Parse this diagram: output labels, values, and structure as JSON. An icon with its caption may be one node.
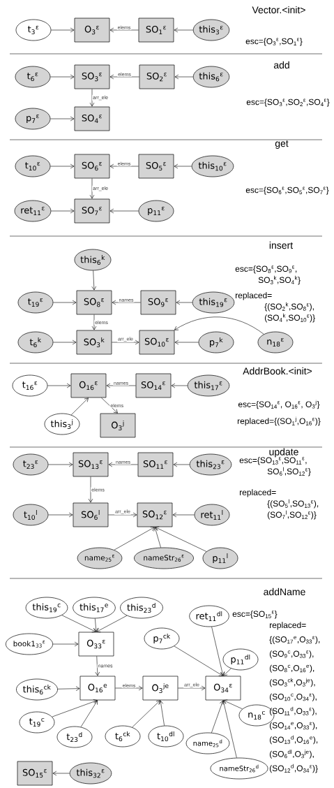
{
  "diagram": {
    "nodes": [
      {
        "text": [
          "t$_{3}$$^{ε}$"
        ]
      },
      {
        "text": [
          "O$_{3}$$^{ε}$"
        ]
      },
      {
        "text": [
          "SO$_{1}$$^{ε}$"
        ]
      },
      {
        "text": [
          "this$_{3}$$^{ε}$"
        ]
      },
      {
        "text": [
          "t$_{6}$$^{ε}$"
        ]
      },
      {
        "text": [
          "SO$_{3}$$^{ε}$"
        ]
      },
      {
        "text": [
          "SO$_{2}$$^{ε}$"
        ]
      },
      {
        "text": [
          "this$_{6}$$^{ε}$"
        ]
      },
      {
        "text": [
          "p$_{7}$$^{ε}$"
        ]
      },
      {
        "text": [
          "SO$_{4}$$^{ε}$"
        ]
      },
      {
        "text": [
          "t$_{10}$$^{ε}$"
        ]
      },
      {
        "text": [
          "SO$_{6}$$^{ε}$"
        ]
      },
      {
        "text": [
          "SO$_{5}$$^{ε}$"
        ]
      },
      {
        "text": [
          "this$_{10}$$^{ε}$"
        ]
      },
      {
        "text": [
          "ret$_{11}$$^{ε}$"
        ]
      },
      {
        "text": [
          "SO$_{7}$$^{ε}$"
        ]
      },
      {
        "text": [
          "p$_{11}$$^{ε}$"
        ]
      },
      {
        "text": [
          "this$_{6}$$^{k}$"
        ]
      },
      {
        "text": [
          "t$_{19}$$^{ε}$"
        ]
      },
      {
        "text": [
          "SO$_{8}$$^{ε}$"
        ]
      },
      {
        "text": [
          "SO$_{9}$$^{ε}$"
        ]
      },
      {
        "text": [
          "this$_{19}$$^{ε}$"
        ]
      },
      {
        "text": [
          "t$_{6}$$^{k}$"
        ]
      },
      {
        "text": [
          "SO$_{3}$$^{k}$"
        ]
      },
      {
        "text": [
          "SO$_{10}$$^{ε}$"
        ]
      },
      {
        "text": [
          "p$_{7}$$^{k}$"
        ]
      },
      {
        "text": [
          "n$_{18}$$^{ε}$"
        ]
      },
      {
        "text": [
          "t$_{16}$$^{ε}$"
        ]
      },
      {
        "text": [
          "O$_{16}$$^{ε}$"
        ]
      },
      {
        "text": [
          "SO$_{14}$$^{ε}$"
        ]
      },
      {
        "text": [
          "this$_{17}$$^{ε}$"
        ]
      },
      {
        "text": [
          "this$_{3}$$^{j}$"
        ]
      },
      {
        "text": [
          "O$_{3}$$^{j}$"
        ]
      },
      {
        "text": [
          "t$_{23}$$^{ε}$"
        ]
      },
      {
        "text": [
          "SO$_{13}$$^{ε}$"
        ]
      },
      {
        "text": [
          "SO$_{11}$$^{ε}$"
        ]
      },
      {
        "text": [
          "this$_{23}$$^{ε}$"
        ]
      },
      {
        "text": [
          "t$_{10}$$^{l}$"
        ]
      },
      {
        "text": [
          "SO$_{6}$$^{l}$"
        ]
      },
      {
        "text": [
          "SO$_{12}$$^{ε}$"
        ]
      },
      {
        "text": [
          "ret$_{11}$$^{l}$"
        ]
      },
      {
        "text": [
          "name$_{25}$$^{ε}$"
        ]
      },
      {
        "text": [
          "nameStr$_{26}$$^{ε}$"
        ]
      },
      {
        "text": [
          "p$_{11}$$^{l}$"
        ]
      },
      {
        "text": [
          "this$_{19}$$^{c}$"
        ]
      },
      {
        "text": [
          "this$_{17}$$^{e}$"
        ]
      },
      {
        "text": [
          "this$_{23}$$^{d}$"
        ]
      },
      {
        "text": [
          "book1$_{33}$$^{ε}$"
        ]
      },
      {
        "text": [
          "O$_{33}$$^{ε}$"
        ]
      },
      {
        "text": [
          "p$_{7}$$^{ck}$"
        ]
      },
      {
        "text": [
          "ret$_{11}$$^{dl}$"
        ]
      },
      {
        "text": [
          "p$_{11}$$^{dl}$"
        ]
      },
      {
        "text": [
          "this$_{6}$$^{ck}$"
        ]
      },
      {
        "text": [
          "O$_{16}$$^{e}$"
        ]
      },
      {
        "text": [
          "O$_{3}$$^{je}$"
        ]
      },
      {
        "text": [
          "O$_{34}$$^{ε}$"
        ]
      },
      {
        "text": [
          "t$_{19}$$^{c}$"
        ]
      },
      {
        "text": [
          "t$_{23}$$^{d}$"
        ]
      },
      {
        "text": [
          "t$_{6}$$^{ck}$"
        ]
      },
      {
        "text": [
          "t$_{10}$$^{dl}$"
        ]
      },
      {
        "text": [
          "name$_{25}$$^{d}$"
        ]
      },
      {
        "text": [
          "n$_{18}$$^{c}$"
        ]
      },
      {
        "text": [
          "nameStr$_{26}$$^{d}$"
        ]
      },
      {
        "text": [
          "SO$_{15}$$^{ε}$"
        ]
      },
      {
        "text": [
          "this$_{32}$$^{ε}$"
        ]
      }
    ],
    "edges": [
      {
        "from": 0,
        "to": 1,
        "arrow": "to"
      },
      {
        "from": 2,
        "to": 1,
        "arrow": "to",
        "label": "elems"
      },
      {
        "from": 3,
        "to": 2,
        "arrow": "to"
      },
      {
        "from": 4,
        "to": 5,
        "arrow": "to"
      },
      {
        "from": 6,
        "to": 5,
        "arrow": "to",
        "label": "elems"
      },
      {
        "from": 7,
        "to": 6,
        "arrow": "to"
      },
      {
        "from": 5,
        "to": 9,
        "arrow": "to",
        "label": "arr_ele"
      },
      {
        "from": 8,
        "to": 9,
        "arrow": "to"
      },
      {
        "from": 10,
        "to": 11,
        "arrow": "to"
      },
      {
        "from": 12,
        "to": 11,
        "arrow": "to",
        "label": "elems"
      },
      {
        "from": 13,
        "to": 12,
        "arrow": "to"
      },
      {
        "from": 11,
        "to": 15,
        "arrow": "to",
        "label": "arr_ele"
      },
      {
        "from": 14,
        "to": 15,
        "arrow": "to"
      },
      {
        "from": 16,
        "to": 15,
        "arrow": "to"
      },
      {
        "from": 17,
        "to": 19,
        "arrow": "to"
      },
      {
        "from": 18,
        "to": 19,
        "arrow": "to"
      },
      {
        "from": 20,
        "to": 19,
        "arrow": "to",
        "label": "names"
      },
      {
        "from": 21,
        "to": 20,
        "arrow": "to"
      },
      {
        "from": 19,
        "to": 23,
        "arrow": "to",
        "label": "elems"
      },
      {
        "from": 22,
        "to": 23,
        "arrow": "to"
      },
      {
        "from": 23,
        "to": 24,
        "arrow": "to",
        "label": "arr_ele"
      },
      {
        "from": 25,
        "to": 24,
        "arrow": "to"
      },
      {
        "from": 26,
        "to": 24,
        "arrow": "to"
      },
      {
        "from": 27,
        "to": 28,
        "arrow": "to"
      },
      {
        "from": 29,
        "to": 28,
        "arrow": "to",
        "label": "names"
      },
      {
        "from": 30,
        "to": 29,
        "arrow": "to"
      },
      {
        "from": 31,
        "to": 28,
        "arrow": "to"
      },
      {
        "from": 28,
        "to": 32,
        "arrow": "to",
        "label": "elems"
      },
      {
        "from": 33,
        "to": 34,
        "arrow": "to"
      },
      {
        "from": 35,
        "to": 34,
        "arrow": "to",
        "label": "names"
      },
      {
        "from": 36,
        "to": 35,
        "arrow": "to"
      },
      {
        "from": 34,
        "to": 38,
        "arrow": "to",
        "label": "elems"
      },
      {
        "from": 37,
        "to": 38,
        "arrow": "to"
      },
      {
        "from": 38,
        "to": 39,
        "arrow": "to",
        "label": "arr_ele"
      },
      {
        "from": 40,
        "to": 39,
        "arrow": "to"
      },
      {
        "from": 41,
        "to": 39,
        "arrow": "to"
      },
      {
        "from": 42,
        "to": 39,
        "arrow": "to"
      },
      {
        "from": 43,
        "to": 39,
        "arrow": "to"
      },
      {
        "from": 44,
        "to": 48,
        "arrow": "to"
      },
      {
        "from": 45,
        "to": 48,
        "arrow": "to"
      },
      {
        "from": 46,
        "to": 48,
        "arrow": "to"
      },
      {
        "from": 47,
        "to": 48,
        "arrow": "to"
      },
      {
        "from": 48,
        "to": 53,
        "arrow": "to",
        "label": "names"
      },
      {
        "from": 52,
        "to": 53,
        "arrow": "to"
      },
      {
        "from": 56,
        "to": 53,
        "arrow": "to"
      },
      {
        "from": 57,
        "to": 53,
        "arrow": "to"
      },
      {
        "from": 53,
        "to": 54,
        "arrow": "to",
        "label": "elems"
      },
      {
        "from": 58,
        "to": 54,
        "arrow": "to"
      },
      {
        "from": 59,
        "to": 54,
        "arrow": "to"
      },
      {
        "from": 54,
        "to": 55,
        "arrow": "to",
        "label": "arr_ele"
      },
      {
        "from": 49,
        "to": 55,
        "arrow": "to"
      },
      {
        "from": 50,
        "to": 55,
        "arrow": "to"
      },
      {
        "from": 51,
        "to": 55,
        "arrow": "to"
      },
      {
        "from": 61,
        "to": 55,
        "arrow": "to"
      },
      {
        "from": 60,
        "to": 55,
        "arrow": "to"
      },
      {
        "from": 62,
        "to": 55,
        "arrow": "to"
      },
      {
        "from": 64,
        "to": 63,
        "arrow": "to"
      }
    ],
    "labels": [
      "Vector.<init>",
      "esc={O$_{3}$$^{ε}$,SO$_{1}$$^{ε}$}",
      "add",
      "esc={SO$_{3}$$^{ε}$,SO$_{2}$$^{ε}$,SO$_{4}$$^{ε}$}",
      "get",
      "esc={SO$_{6}$$^{ε}$,SO$_{5}$$^{ε}$,SO$_{7}$$^{ε}$}",
      "insert",
      "esc={SO$_{8}$$^{ε}$,SO$_{9}$$^{ε}$, SO$_{3}$$^{k}$,SO$_{4}$$^{k}$}",
      "replaced= {(SO$_{2}$$^{k}$,SO$_{8}$$^{ε}$), (SO$_{4}$$^{k}$,SO$_{10}$$^{ε}$)}",
      "AddrBook.<init>",
      "esc={SO$_{14}$$^{ε}$, O$_{16}$$^{ε}$, O$_{3}$$^{j}$}",
      "replaced={(SO$_{1}$$^{j}$,O$_{16}$$^{ε}$)}",
      "update",
      "esc={SO$_{13}$$^{ε}$,SO$_{11}$$^{ε}$, SO$_{6}$$^{l}$,SO$_{12}$$^{ε}$}",
      "replaced= {(SO$_{5}$$^{l}$,SO$_{13}$$^{ε}$), (SO$_{7}$$^{l}$,SO$_{12}$$^{ε}$)}",
      "addName",
      "esc={SO$_{15}$$^{ε}$}",
      "replaced= {(SO$_{17}$$^{e}$,O$_{33}$$^{ε}$), (SO$_{9}$$^{c}$,O$_{33}$$^{ε}$), (SO$_{8}$$^{c}$,O$_{16}$$^{e}$), (SO$_{3}$$^{ck}$,O$_{3}$$^{je}$), (SO$_{10}$$^{c}$,O$_{34}$$^{ε}$), (SO$_{11}$$^{d}$,O$_{33}$$^{ε}$), (SO$_{14}$$^{e}$,O$_{33}$$^{ε}$), (SO$_{13}$$^{d}$,O$_{16}$$^{e}$), (SO$_{6}$$^{dl}$,O$_{3}$$^{je}$), (SO$_{12}$$^{d}$,O$_{34}$$^{ε}$)}"
    ]
  }
}
